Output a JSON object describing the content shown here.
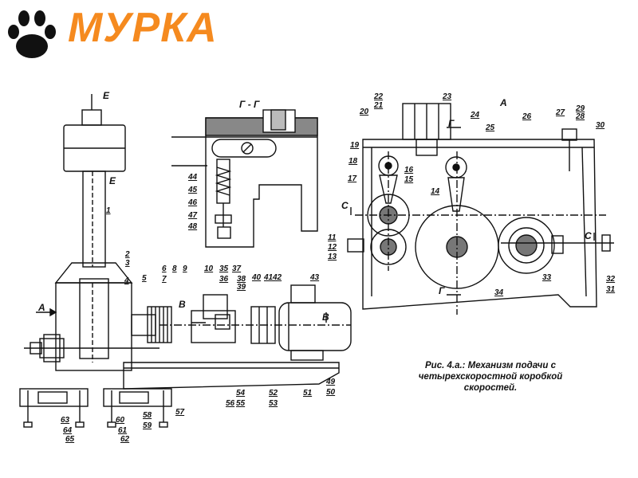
{
  "logo": {
    "brand": "МУРКА",
    "icon": "paw-icon",
    "color": "#f58a1f"
  },
  "caption": {
    "line1": "Рис. 4.а.: Механизм подачи с",
    "line2": "четырехскоростной коробкой",
    "line3": "скоростей."
  },
  "section_labels": {
    "gg": "Г - Г",
    "a_main": "А",
    "a_arrow": "А",
    "b1": "В",
    "b2": "В",
    "e1": "Е",
    "e2": "Е",
    "c1": "С",
    "c2": "С",
    "g1": "Г",
    "g2": "Г"
  },
  "part_numbers": [
    "1",
    "2",
    "3",
    "4",
    "5",
    "6",
    "7",
    "8",
    "9",
    "10",
    "11",
    "12",
    "13",
    "14",
    "15",
    "16",
    "17",
    "18",
    "19",
    "20",
    "21",
    "22",
    "23",
    "24",
    "25",
    "26",
    "27",
    "28",
    "29",
    "30",
    "31",
    "32",
    "33",
    "34",
    "35",
    "36",
    "37",
    "38",
    "39",
    "40",
    "41",
    "42",
    "43",
    "44",
    "45",
    "46",
    "47",
    "48",
    "49",
    "50",
    "51",
    "52",
    "53",
    "54",
    "55",
    "56",
    "57",
    "58",
    "59",
    "60",
    "61",
    "62",
    "63",
    "64",
    "65"
  ]
}
